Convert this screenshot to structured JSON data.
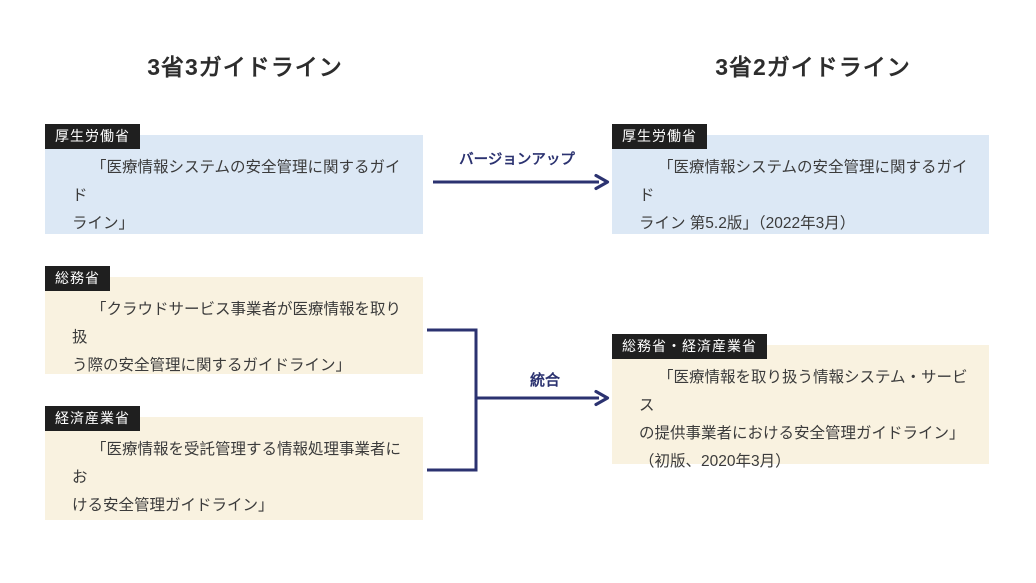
{
  "titles": {
    "left": "3省3ガイドライン",
    "right": "3省2ガイドライン"
  },
  "boxes": {
    "left": [
      {
        "tag": "厚生労働省",
        "text": "「医療情報システムの安全管理に関するガイド\nライン」",
        "style": "blue"
      },
      {
        "tag": "総務省",
        "text": "「クラウドサービス事業者が医療情報を取り扱\nう際の安全管理に関するガイドライン」",
        "style": "cream"
      },
      {
        "tag": "経済産業省",
        "text": "「医療情報を受託管理する情報処理事業者にお\nける安全管理ガイドライン」",
        "style": "cream"
      }
    ],
    "right": [
      {
        "tag": "厚生労働省",
        "text": "「医療情報システムの安全管理に関するガイド\nライン 第5.2版」（2022年3月）",
        "style": "blue"
      },
      {
        "tag": "総務省・経済産業省",
        "text": "「医療情報を取り扱う情報システム・サービス\nの提供事業者における安全管理ガイドライン」\n（初版、2020年3月）",
        "style": "cream"
      }
    ]
  },
  "connectors": {
    "version_up_label": "バージョンアップ",
    "merge_label": "統合"
  },
  "colors": {
    "blue_box": "#dce8f5",
    "cream_box": "#f9f2e0",
    "label_bg": "#1f1f1f",
    "label_fg": "#ffffff",
    "arrow": "#2b3270",
    "title_fg": "#2d2d2d",
    "body_fg": "#3b3b3b",
    "bg": "#ffffff"
  }
}
